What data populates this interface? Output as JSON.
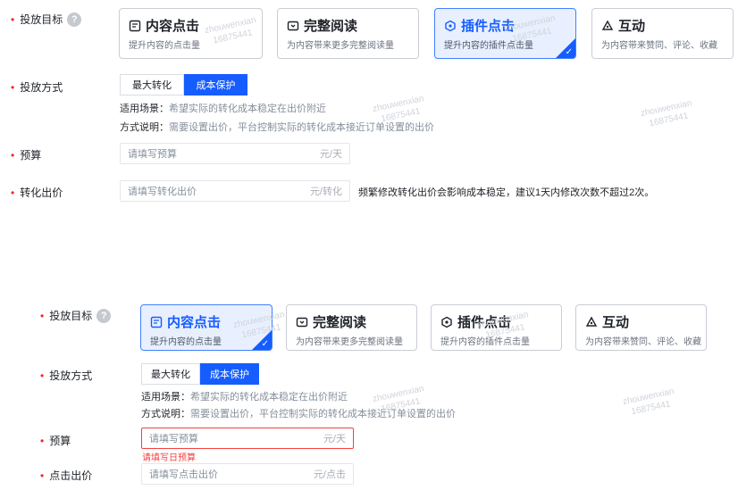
{
  "top": {
    "target_label": "投放目标",
    "help": "?",
    "cards": [
      {
        "title": "内容点击",
        "desc": "提升内容的点击量"
      },
      {
        "title": "完整阅读",
        "desc": "为内容带来更多完整阅读量"
      },
      {
        "title": "插件点击",
        "desc": "提升内容的插件点击量"
      },
      {
        "title": "互动",
        "desc": "为内容带来赞同、评论、收藏"
      }
    ],
    "method_label": "投放方式",
    "seg": [
      "最大转化",
      "成本保护"
    ],
    "scene_key": "适用场景：",
    "scene_val": "希望实际的转化成本稳定在出价附近",
    "desc_key": "方式说明：",
    "desc_val": "需要设置出价，平台控制实际的转化成本接近订单设置的出价",
    "budget_label": "预算",
    "budget_placeholder": "请填写预算",
    "budget_suffix": "元/天",
    "bid_label": "转化出价",
    "bid_placeholder": "请填写转化出价",
    "bid_suffix": "元/转化",
    "bid_hint": "频繁修改转化出价会影响成本稳定，建议1天内修改次数不超过2次。"
  },
  "bottom": {
    "target_label": "投放目标",
    "help": "?",
    "cards": [
      {
        "title": "内容点击",
        "desc": "提升内容的点击量"
      },
      {
        "title": "完整阅读",
        "desc": "为内容带来更多完整阅读量"
      },
      {
        "title": "插件点击",
        "desc": "提升内容的插件点击量"
      },
      {
        "title": "互动",
        "desc": "为内容带来赞同、评论、收藏"
      }
    ],
    "method_label": "投放方式",
    "seg": [
      "最大转化",
      "成本保护"
    ],
    "scene_key": "适用场景：",
    "scene_val": "希望实际的转化成本稳定在出价附近",
    "desc_key": "方式说明：",
    "desc_val": "需要设置出价，平台控制实际的转化成本接近订单设置的出价",
    "budget_label": "预算",
    "budget_placeholder": "请填写预算",
    "budget_suffix": "元/天",
    "budget_error": "请填写日预算",
    "bid_label": "点击出价",
    "bid_placeholder": "请填写点击出价",
    "bid_suffix": "元/点击"
  },
  "watermark": {
    "name": "zhouwenxian",
    "id": "16875441"
  },
  "required_mark": "•",
  "colors": {
    "accent": "#165dff",
    "required": "#f5222d",
    "error": "#f53f3f"
  },
  "icons": [
    "doc-icon",
    "read-icon",
    "plugin-icon",
    "interact-icon",
    "check-icon"
  ]
}
